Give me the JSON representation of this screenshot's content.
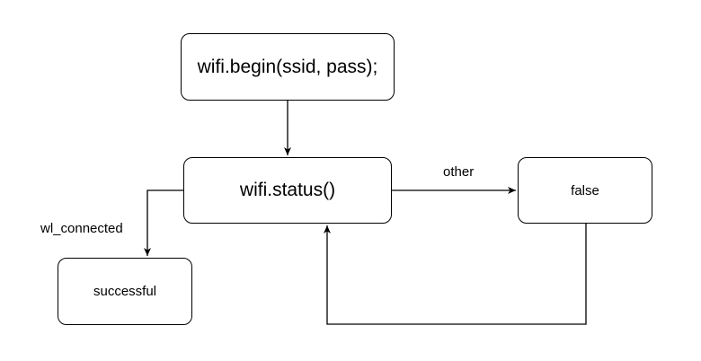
{
  "diagram": {
    "nodes": {
      "begin": {
        "label": "wifi.begin(ssid, pass);"
      },
      "status": {
        "label": "wifi.status()"
      },
      "false_node": {
        "label": "false"
      },
      "success": {
        "label": "successful"
      }
    },
    "edges": {
      "begin_to_status": {
        "label": ""
      },
      "status_to_false": {
        "label": "other"
      },
      "false_to_status": {
        "label": ""
      },
      "status_to_success": {
        "label": "wl_connected"
      }
    }
  }
}
